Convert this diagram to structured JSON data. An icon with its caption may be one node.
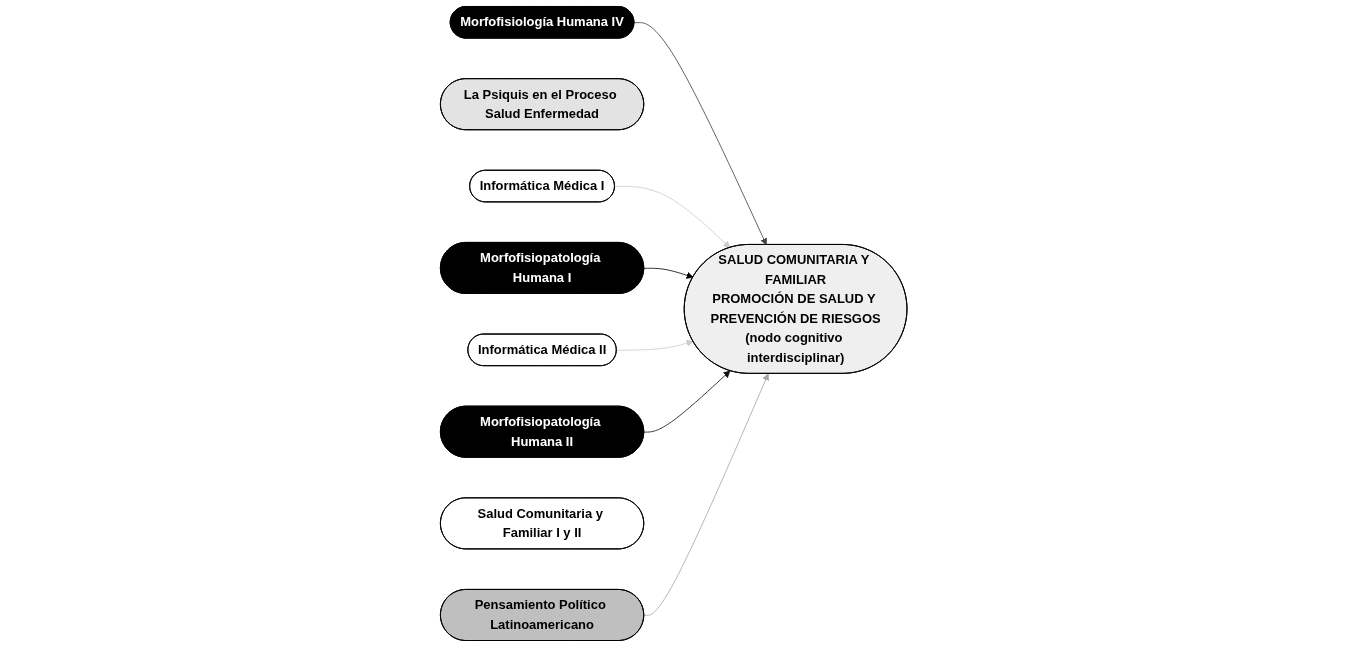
{
  "diagram": {
    "nodes": [
      {
        "text": [
          "Morfofisiología Humana IV"
        ]
      },
      {
        "text": [
          "La Psiquis en el Proceso Salud Enfermedad"
        ]
      },
      {
        "text": [
          "Informática Médica I"
        ]
      },
      {
        "text": [
          "SALUD COMUNITARIA Y FAMILIAR",
          "PROMOCIÓN DE SALUD Y PREVENCIÓN DE RIESGOS",
          "(nodo cognitivo interdisciplinar)"
        ]
      },
      {
        "text": [
          "Morfofisiopatología Humana I"
        ]
      },
      {
        "text": [
          "Informática Médica II"
        ]
      },
      {
        "text": [
          "Morfofisiopatología Humana II"
        ]
      },
      {
        "text": [
          "Salud Comunitaria y Familiar I y II"
        ]
      },
      {
        "text": [
          "Pensamiento Político Latinoamericano"
        ]
      }
    ],
    "edges": [
      {
        "from": 0,
        "to": 3,
        "arrow": "to",
        "color": "#404040"
      },
      {
        "from": 2,
        "to": 3,
        "arrow": "to",
        "color": "#cccccc"
      },
      {
        "from": 4,
        "to": 3,
        "arrow": "to",
        "color": "#000000"
      },
      {
        "from": 5,
        "to": 3,
        "arrow": "to",
        "color": "#cccccc"
      },
      {
        "from": 6,
        "to": 3,
        "arrow": "to",
        "color": "#111111"
      },
      {
        "from": 8,
        "to": 3,
        "arrow": "to",
        "color": "#a6a6a6"
      }
    ]
  }
}
